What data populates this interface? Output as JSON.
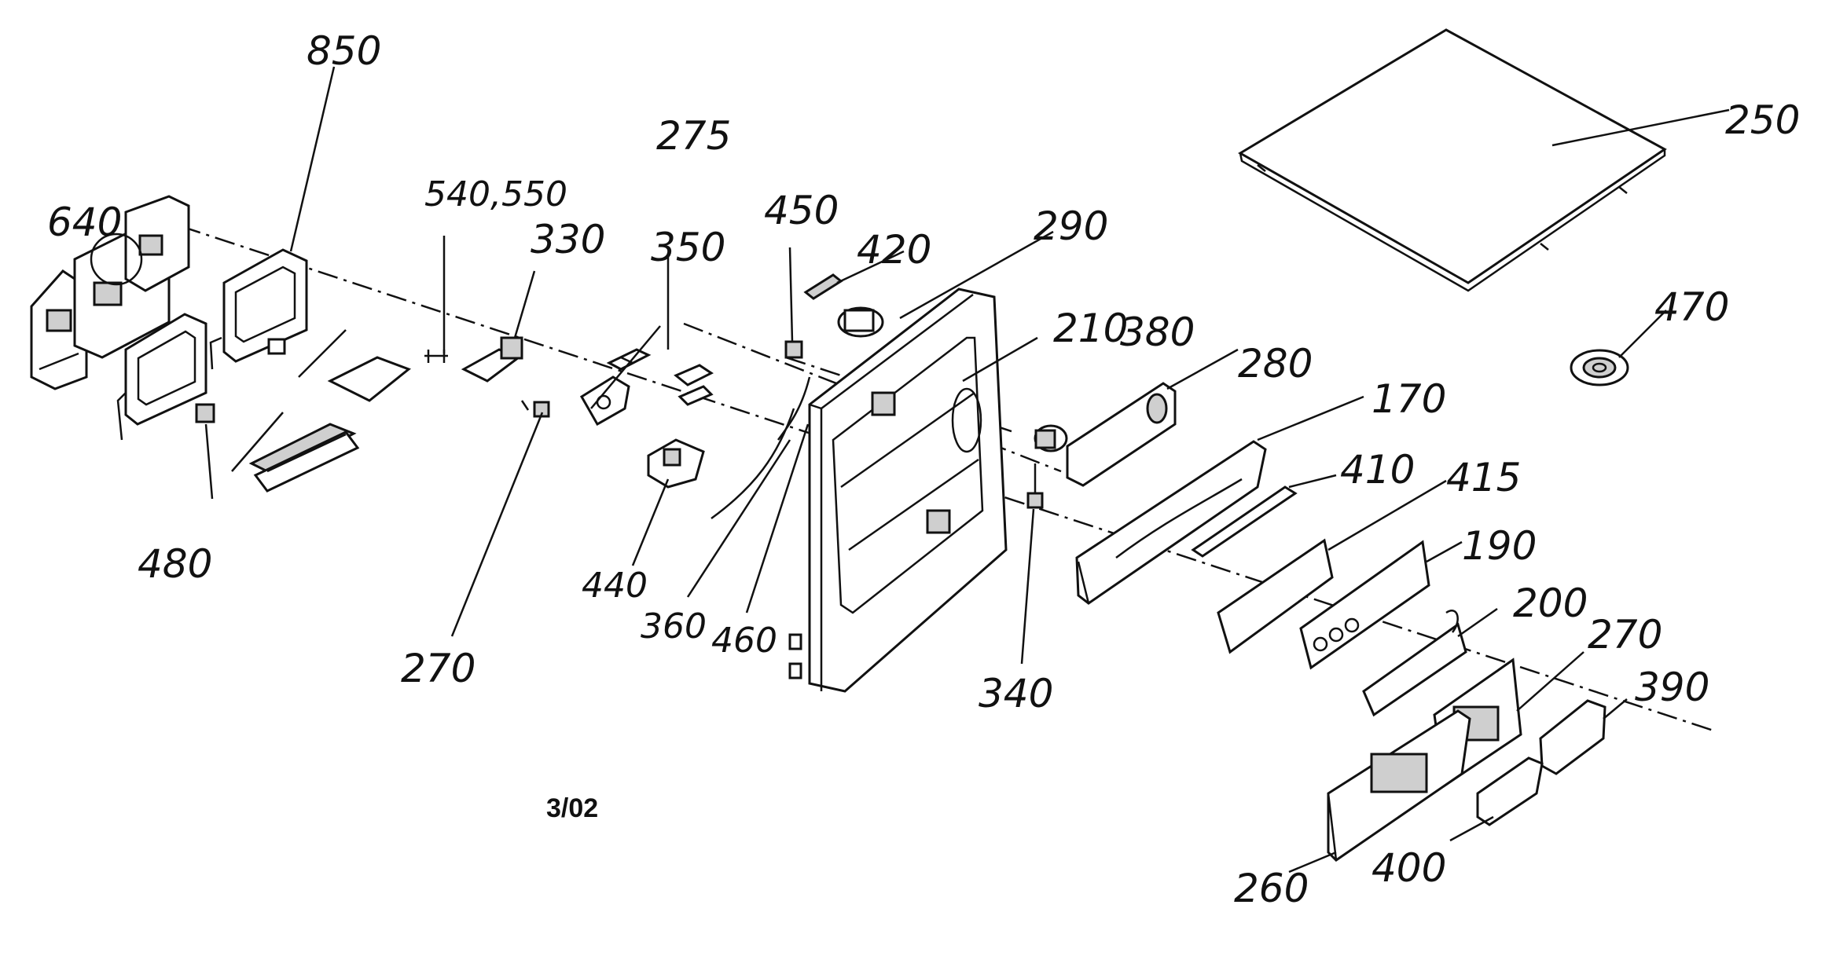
{
  "labels": {
    "p850": "850",
    "p640": "640",
    "p540_550": "540,550",
    "p330": "330",
    "p275": "275",
    "p350": "350",
    "p450": "450",
    "p420": "420",
    "p290": "290",
    "p250": "250",
    "p470": "470",
    "p210": "210",
    "p380": "380",
    "p280": "280",
    "p170": "170",
    "p410": "410",
    "p415": "415",
    "p190": "190",
    "p200": "200",
    "p270_right": "270",
    "p390": "390",
    "p480": "480",
    "p270_left": "270",
    "p440": "440",
    "p360": "360",
    "p460": "460",
    "p340": "340",
    "p260": "260",
    "p400": "400"
  },
  "revision": "3/02"
}
